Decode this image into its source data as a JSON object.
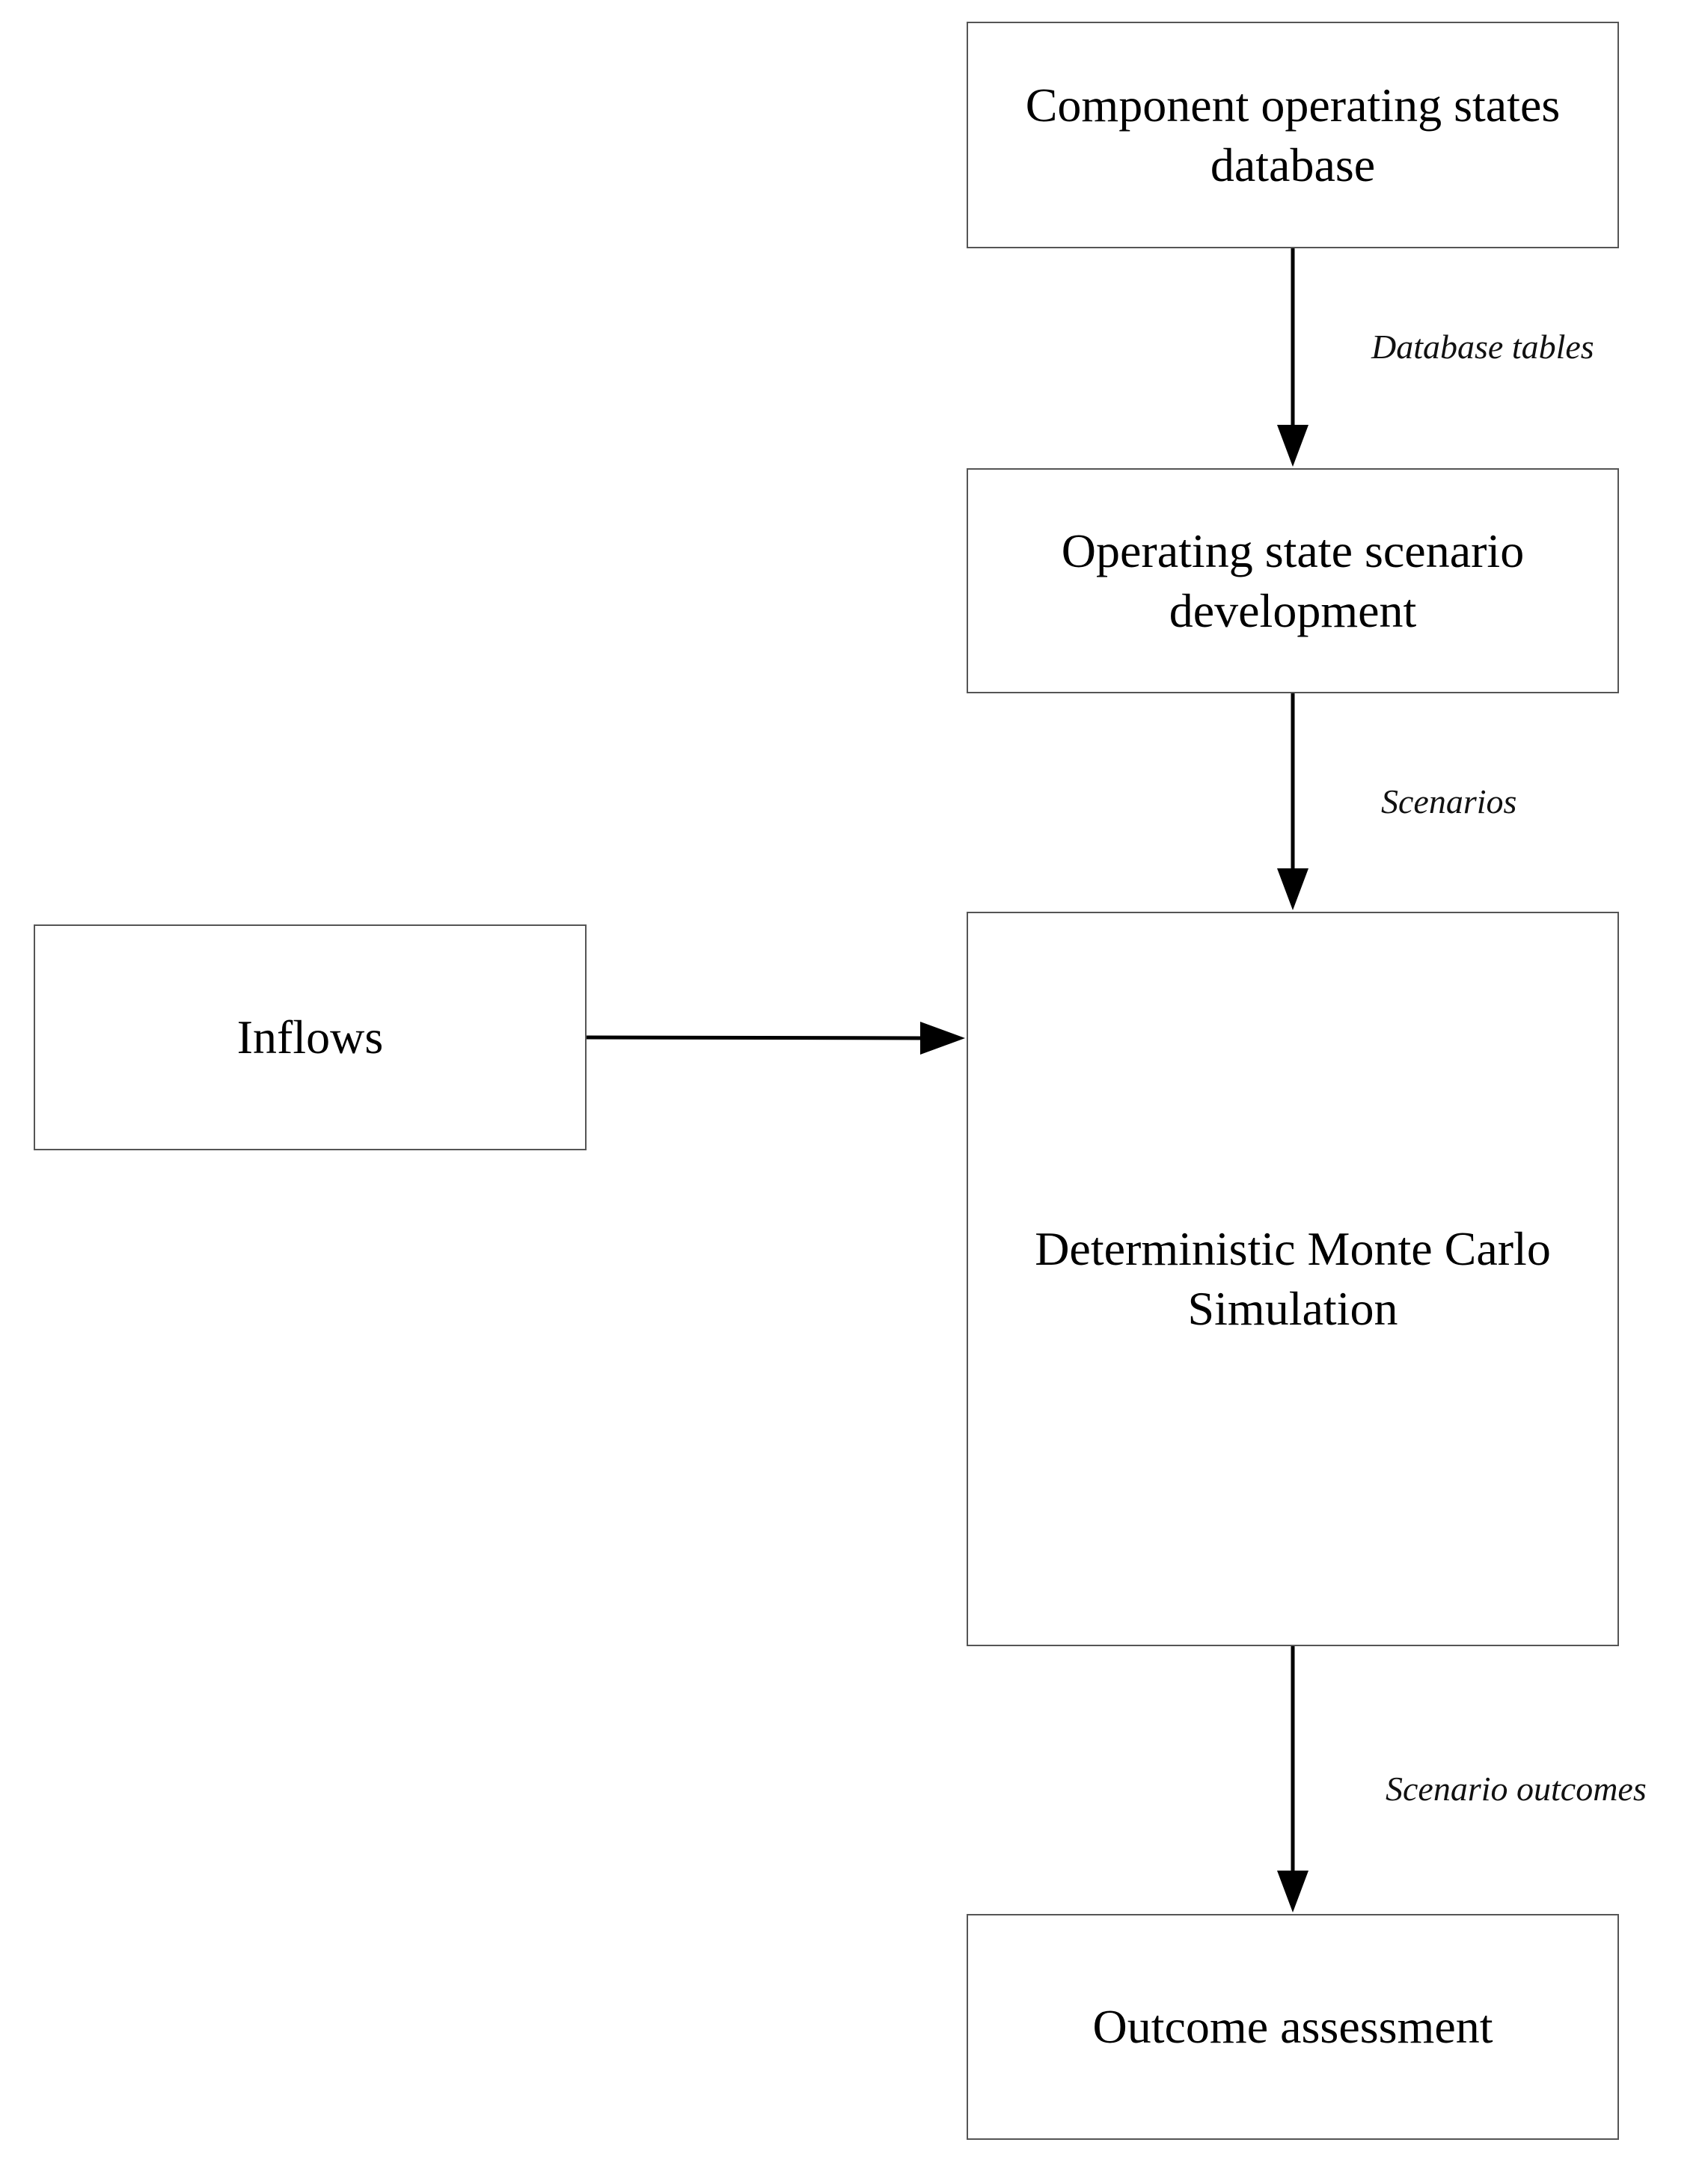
{
  "nodes": {
    "database": "Component operating states database",
    "scenario_dev": "Operating state scenario development",
    "simulation": "Deterministic Monte Carlo Simulation",
    "inflows": "Inflows",
    "outcome": "Outcome assessment"
  },
  "edges": {
    "database_to_scenario": "Database tables",
    "scenario_to_simulation": "Scenarios",
    "simulation_to_outcome": "Scenario outcomes"
  }
}
